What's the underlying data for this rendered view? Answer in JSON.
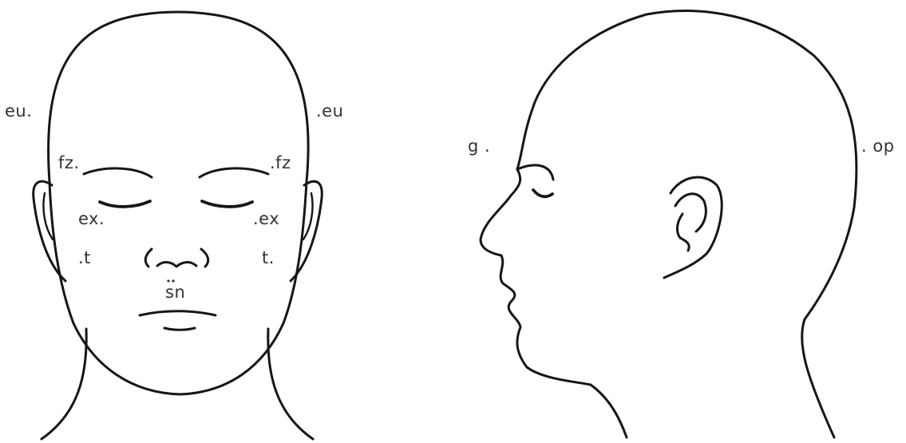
{
  "front_view": {
    "labels": {
      "eu_left": "eu.",
      "eu_right": ".eu",
      "fz_left": "fz.",
      "fz_right": ".fz",
      "ex_left": "ex.",
      "ex_right": ".ex",
      "t_left": ".t",
      "t_right": "t.",
      "sn": "sn"
    }
  },
  "side_view": {
    "labels": {
      "g": "g .",
      "op": ". op"
    }
  }
}
